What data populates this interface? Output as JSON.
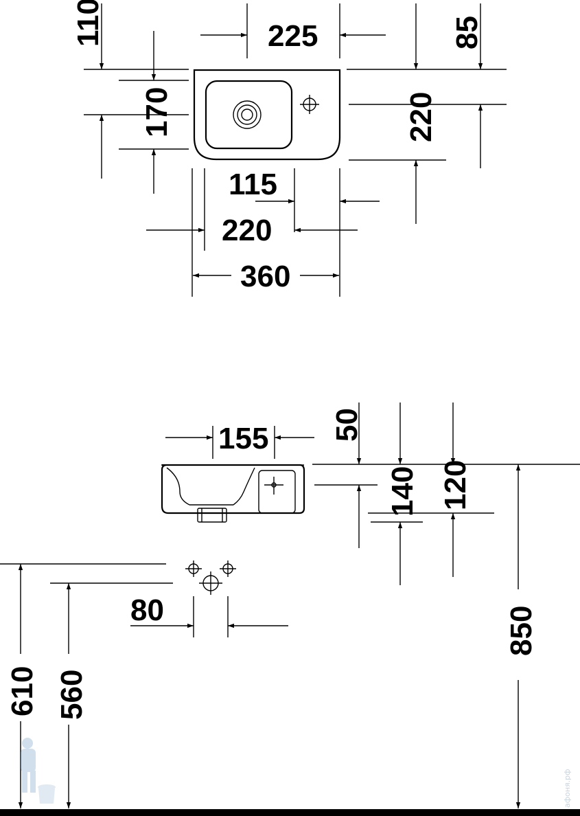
{
  "top_view": {
    "dims": {
      "d110": "110",
      "d225": "225",
      "d85": "85",
      "d170": "170",
      "d220_right": "220",
      "d115": "115",
      "d220_bottom": "220",
      "d360": "360"
    }
  },
  "front_view": {
    "dims": {
      "d155": "155",
      "d50": "50",
      "d140": "140",
      "d120": "120",
      "d80": "80",
      "d610": "610",
      "d560": "560",
      "d850": "850"
    }
  },
  "watermark": {
    "text": "афоня.рф"
  },
  "colors": {
    "line": "#000000",
    "background": "#ffffff",
    "watermark": "#c9d3dc"
  }
}
